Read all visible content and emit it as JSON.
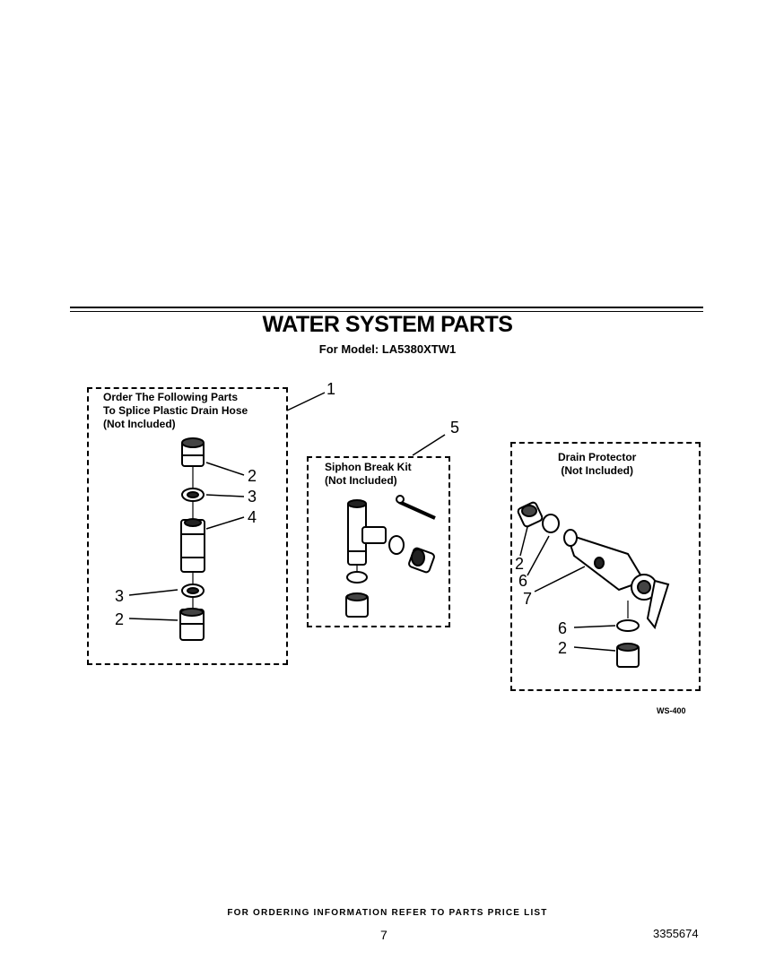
{
  "header": {
    "title": "WATER SYSTEM PARTS",
    "model": "For Model: LA5380XTW1"
  },
  "group_splice": {
    "label": "Order The Following Parts\nTo Splice Plastic Drain Hose\n(Not Included)",
    "callout": "1",
    "parts": [
      "2",
      "3",
      "4",
      "3",
      "2"
    ]
  },
  "group_siphon": {
    "label": "Siphon Break Kit\n(Not Included)",
    "callout": "5"
  },
  "group_drain": {
    "label": "Drain Protector\n(Not Included)",
    "parts": [
      "2",
      "6",
      "7",
      "6",
      "2"
    ]
  },
  "diagram_code": "WS-400",
  "footer": {
    "ordering": "FOR ORDERING INFORMATION REFER TO PARTS PRICE LIST",
    "page": "7",
    "doc_number": "3355674"
  }
}
